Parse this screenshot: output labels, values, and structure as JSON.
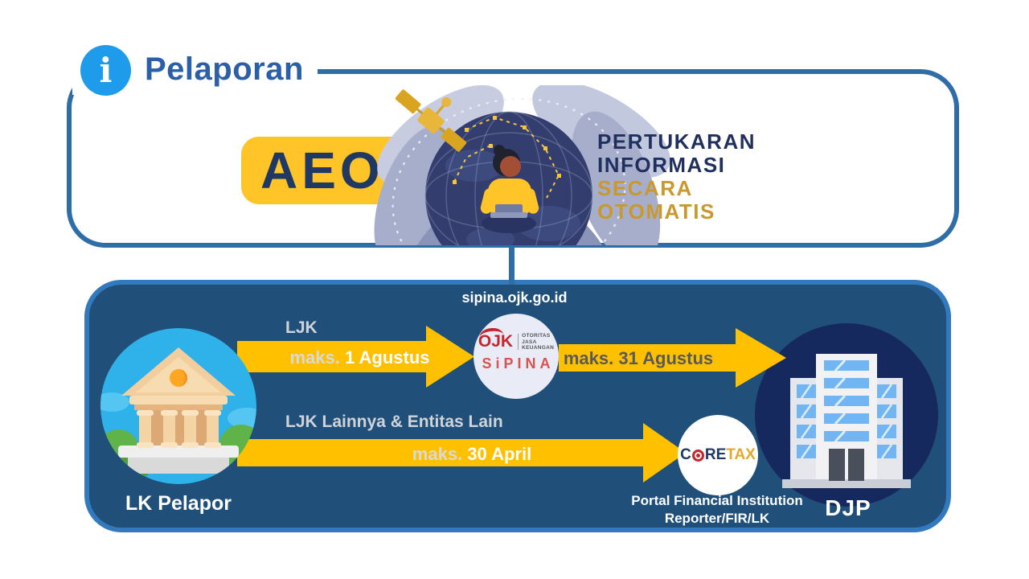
{
  "header": {
    "title": "Pelaporan",
    "info_glyph": "i"
  },
  "banner": {
    "logo": "AEOI",
    "tagline": {
      "line1": "PERTUKARAN",
      "line2": "INFORMASI",
      "line3": "SECARA",
      "line4": "OTOMATIS"
    }
  },
  "flow": {
    "source": {
      "label": "LK Pelapor"
    },
    "row1": {
      "label": "LJK",
      "deadline_prefix": "maks.",
      "deadline_value": "1 Agustus"
    },
    "sipina": {
      "url": "sipina.ojk.go.id",
      "ojk_name": "OJK",
      "ojk_sub1": "OTORITAS",
      "ojk_sub2": "JASA",
      "ojk_sub3": "KEUANGAN",
      "system_name": "SiPINA"
    },
    "row2": {
      "deadline": "maks. 31 Agustus"
    },
    "row3": {
      "label": "LJK Lainnya & Entitas Lain",
      "deadline_prefix": "maks.",
      "deadline_value": "30 April"
    },
    "coretax": {
      "logo_c": "C",
      "logo_re": "RE",
      "logo_tax": "TAX",
      "caption_line1": "Portal Financial Institution",
      "caption_line2": "Reporter/FIR/LK"
    },
    "djp": {
      "label": "DJP"
    }
  },
  "colors": {
    "frame_blue": "#2E6DA8",
    "panel_bg": "#20507A",
    "panel_border": "#3279BE",
    "arrow_yellow": "#FFC000",
    "badge_yellow": "#FFC428",
    "title_blue": "#2B5FA7",
    "info_icon_blue": "#1E9BEA",
    "banner_navy": "#1F2F5E",
    "banner_gold": "#C9992E",
    "deadline_gray": "#595959",
    "djp_circle_navy": "#15295E",
    "ojk_red": "#C1272D"
  }
}
